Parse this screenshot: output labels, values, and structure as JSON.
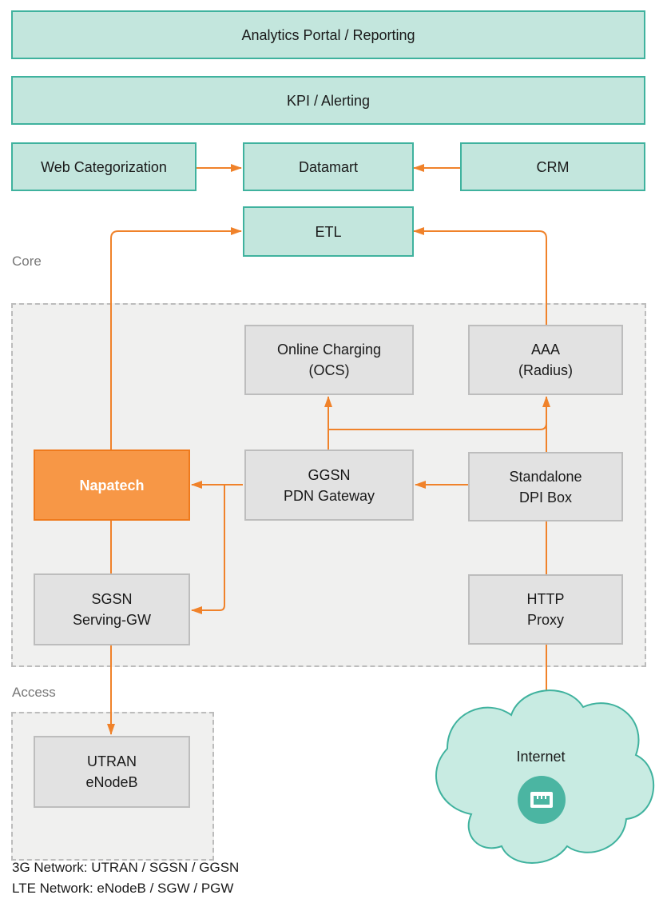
{
  "top_layers": {
    "analytics": "Analytics Portal / Reporting",
    "kpi": "KPI / Alerting"
  },
  "data_sources": {
    "web_categorization": "Web Categorization",
    "datamart": "Datamart",
    "crm": "CRM"
  },
  "etl": "ETL",
  "zones": {
    "core_label": "Core",
    "access_label": "Access"
  },
  "nodes": {
    "ocs": [
      "Online Charging",
      "(OCS)"
    ],
    "aaa": [
      "AAA",
      "(Radius)"
    ],
    "napatech": "Napatech",
    "ggsn": [
      "GGSN",
      "PDN Gateway"
    ],
    "dpi": [
      "Standalone",
      "DPI Box"
    ],
    "sgsn": [
      "SGSN",
      "Serving-GW"
    ],
    "proxy": [
      "HTTP",
      "Proxy"
    ],
    "utran": [
      "UTRAN",
      "eNodeB"
    ]
  },
  "internet": {
    "label": "Internet",
    "icon": "ethernet-port-icon"
  },
  "notes": [
    "3G Network: UTRAN / SGSN / GGSN",
    "LTE Network: eNodeB / SGW / PGW"
  ],
  "colors": {
    "teal_fill": "#c3e6dd",
    "teal_border": "#3fb29e",
    "gray_fill": "#e2e2e2",
    "orange": "#f0822a",
    "cloud": "#c8ebe2",
    "icon_circle": "#4bb5a2"
  }
}
